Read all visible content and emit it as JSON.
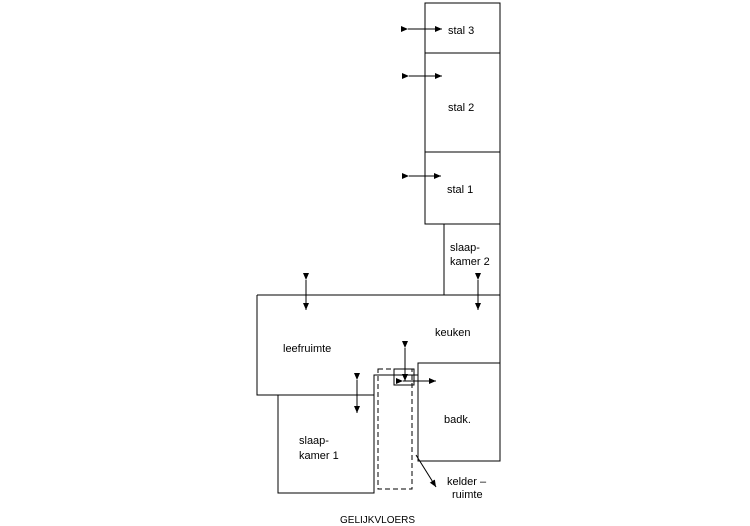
{
  "plan_title": "GELIJKVLOERS",
  "rooms": {
    "stal3": "stal 3",
    "stal2": "stal 2",
    "stal1": "stal 1",
    "slaapkamer2_line1": "slaap-",
    "slaapkamer2_line2": "kamer 2",
    "keuken": "keuken",
    "leefruimte": "leefruimte",
    "badk": "badk.",
    "slaapkamer1_line1": "slaap-",
    "slaapkamer1_line2": "kamer 1",
    "kelder_line1": "kelder  –",
    "kelder_line2": "ruimte"
  }
}
